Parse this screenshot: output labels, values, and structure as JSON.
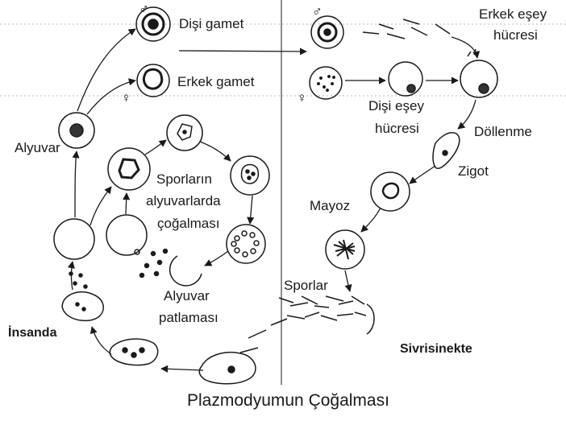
{
  "title": "Plazmodyumun Çoğalması",
  "regions": {
    "human": "İnsanda",
    "mosquito": "Sivrisinekte"
  },
  "labels": {
    "female_gamete": "Dişi gamet",
    "male_gamete": "Erkek gamet",
    "male_sex_cell_l1": "Erkek eşey",
    "male_sex_cell_l2": "hücresi",
    "female_sex_cell_l1": "Dişi eşey",
    "female_sex_cell_l2": "hücresi",
    "fertilization": "Döllenme",
    "zygote": "Zigot",
    "meiosis": "Mayoz",
    "spores": "Sporlar",
    "erythrocyte": "Alyuvar",
    "spore_mult_l1": "Sporların",
    "spore_mult_l2": "alyuvarlarda",
    "spore_mult_l3": "çoğalması",
    "rbc_burst_l1": "Alyuvar",
    "rbc_burst_l2": "patlaması"
  },
  "symbols": {
    "male": "♂",
    "female": "♀"
  },
  "colors": {
    "ink": "#1a1a1a",
    "background": "#ffffff",
    "guide": "#b8b8b8"
  }
}
